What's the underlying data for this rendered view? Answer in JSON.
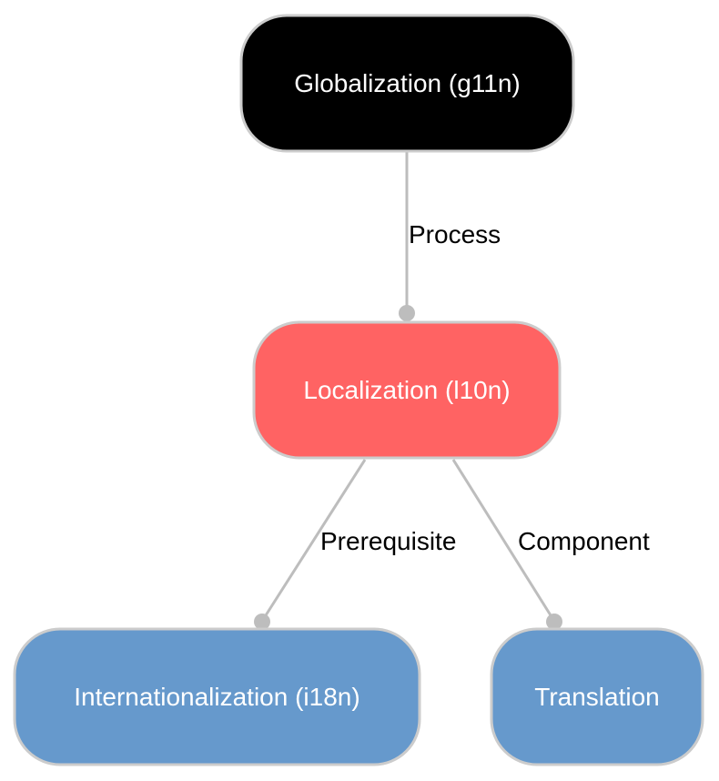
{
  "diagram": {
    "nodes": {
      "globalization": {
        "label": "Globalization (g11n)",
        "fill": "#000000"
      },
      "localization": {
        "label": "Localization (l10n)",
        "fill": "#ff6363"
      },
      "internationalization": {
        "label": "Internationalization (i18n)",
        "fill": "#6699cc"
      },
      "translation": {
        "label": "Translation",
        "fill": "#6699cc"
      }
    },
    "edges": {
      "process": {
        "label": "Process",
        "from": "globalization",
        "to": "localization"
      },
      "prerequisite": {
        "label": "Prerequisite",
        "from": "localization",
        "to": "internationalization"
      },
      "component": {
        "label": "Component",
        "from": "localization",
        "to": "translation"
      }
    },
    "colors": {
      "edge": "#bdbdbd",
      "node_border": "#cccccc",
      "node_text": "#ffffff",
      "edge_text": "#000000"
    }
  }
}
